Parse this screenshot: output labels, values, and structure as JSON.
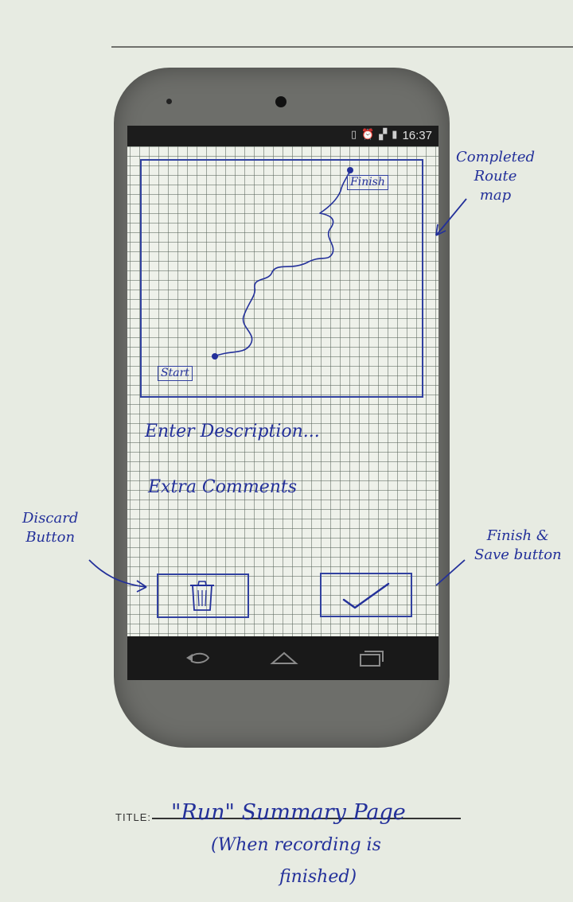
{
  "status_bar": {
    "time": "16:37"
  },
  "map": {
    "start_label": "Start",
    "finish_label": "Finish"
  },
  "fields": {
    "description_placeholder": "Enter Description...",
    "comments_placeholder": "Extra Comments"
  },
  "nav": {
    "icons": [
      "back-icon",
      "home-icon",
      "recents-icon"
    ]
  },
  "annotations": {
    "route_map": [
      "Completed",
      "Route",
      "map"
    ],
    "discard": [
      "Discard",
      "Button"
    ],
    "finish_save": [
      "Finish &",
      "Save button"
    ]
  },
  "title": {
    "prefix": "TITLE:",
    "text": "\"Run\" Summary Page",
    "subtitle": [
      "(When recording is",
      "finished)"
    ]
  },
  "colors": {
    "ink": "#23309a",
    "phone_body": "#6d6e6a",
    "grid_paper": "#eef1ea",
    "bars": "#1c1c1c"
  }
}
